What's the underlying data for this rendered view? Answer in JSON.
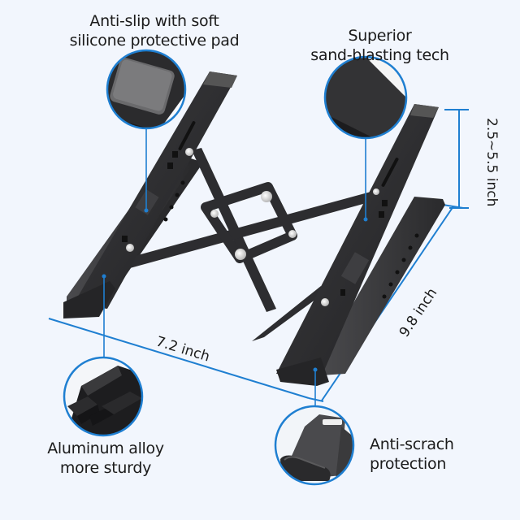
{
  "image": {
    "background_color": "#f2f6fd",
    "accent_color": "#1f7fd1",
    "product_color": "#2b2b2d"
  },
  "callouts": [
    {
      "id": "anti-slip",
      "line1": "Anti-slip with soft",
      "line2": "silicone protective pad"
    },
    {
      "id": "sand-blasting",
      "line1": "Superior",
      "line2": "sand-blasting tech"
    },
    {
      "id": "aluminum",
      "line1": "Aluminum alloy",
      "line2": "more sturdy"
    },
    {
      "id": "anti-scratch",
      "line1": "Anti-scrach",
      "line2": "protection"
    }
  ],
  "dimensions": {
    "height": "2.5~5.5 inch",
    "depth": "9.8 inch",
    "width": "7.2 inch"
  }
}
